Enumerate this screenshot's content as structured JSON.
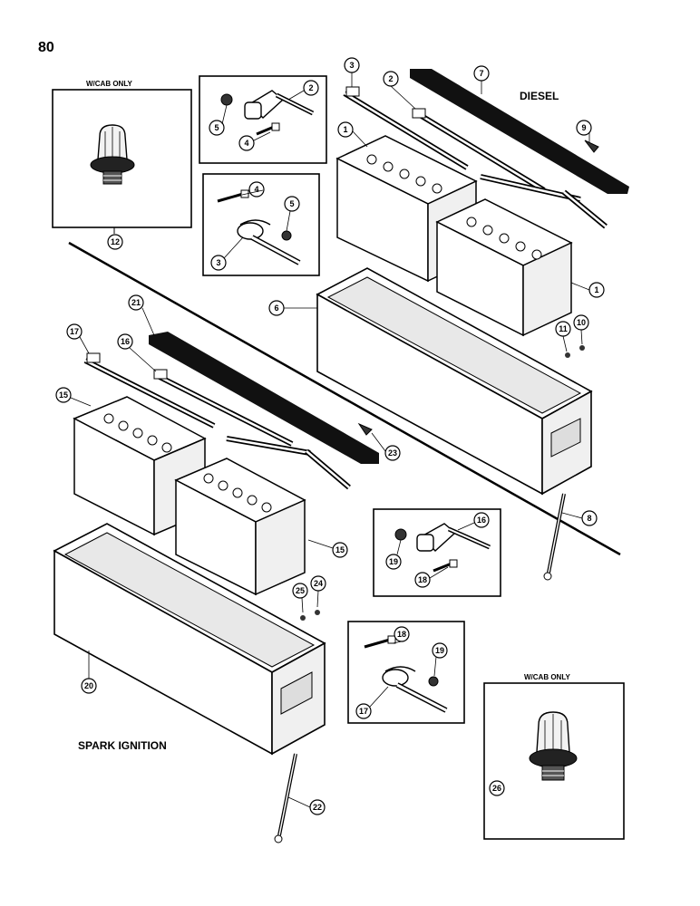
{
  "page_number": "80",
  "sections": {
    "diesel_label": "DIESEL",
    "spark_label": "SPARK IGNITION",
    "cab_label_top": "W/CAB ONLY",
    "cab_label_bottom": "W/CAB ONLY"
  },
  "callouts": {
    "c1a": "1",
    "c1b": "1",
    "c2a": "2",
    "c2b": "2",
    "c3a": "3",
    "c3b": "3",
    "c4a": "4",
    "c4b": "4",
    "c5a": "5",
    "c5b": "5",
    "c6": "6",
    "c7": "7",
    "c8": "8",
    "c9": "9",
    "c10": "10",
    "c11": "11",
    "c12": "12",
    "c15a": "15",
    "c15b": "15",
    "c16a": "16",
    "c16b": "16",
    "c17a": "17",
    "c17b": "17",
    "c18a": "18",
    "c18b": "18",
    "c19a": "19",
    "c19b": "19",
    "c20": "20",
    "c21": "21",
    "c22": "22",
    "c23": "23",
    "c24": "24",
    "c25": "25",
    "c26": "26"
  }
}
